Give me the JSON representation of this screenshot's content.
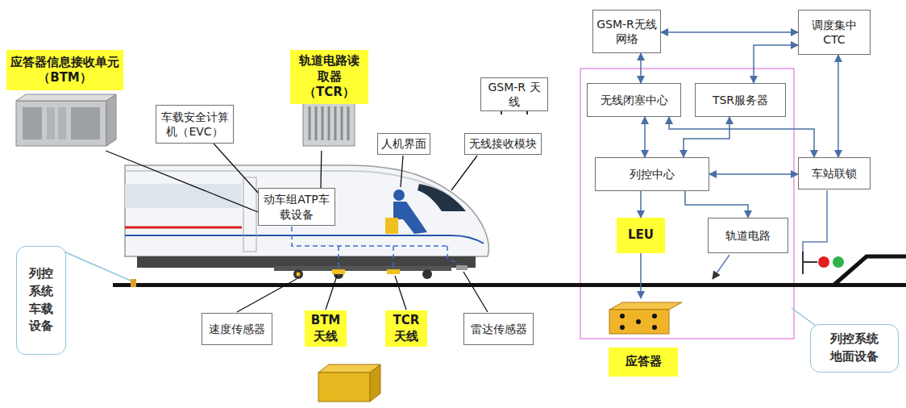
{
  "diagram": {
    "nodes": [
      {
        "text": [
          "应答器信息接收单元（BTM）"
        ]
      },
      {
        "text": [
          "轨道电路读取器（TCR）"
        ]
      },
      {
        "text": [
          "车载安全计算机（EVC）"
        ]
      },
      {
        "text": [
          "人机界面"
        ]
      },
      {
        "text": [
          "GSM-R 天线"
        ]
      },
      {
        "text": [
          "无线接收模块"
        ]
      },
      {
        "text": [
          "动车组ATP车载设备"
        ]
      },
      {
        "text": [
          "列控系统车载设备"
        ]
      },
      {
        "text": [
          "速度传感器"
        ]
      },
      {
        "text": [
          "BTM 天线"
        ]
      },
      {
        "text": [
          "TCR 天线"
        ]
      },
      {
        "text": [
          "雷达传感器"
        ]
      },
      {
        "text": [
          "GSM-R无线网络"
        ]
      },
      {
        "text": [
          "调度集中 CTC"
        ]
      },
      {
        "text": [
          "无线闭塞中心"
        ]
      },
      {
        "text": [
          "TSR服务器"
        ]
      },
      {
        "text": [
          "列控中心"
        ]
      },
      {
        "text": [
          "车站联锁"
        ]
      },
      {
        "text": [
          "LEU"
        ]
      },
      {
        "text": [
          "轨道电路"
        ]
      },
      {
        "text": [
          "应答器"
        ]
      },
      {
        "text": [
          "列控系统地面设备"
        ]
      }
    ],
    "edges": [
      {
        "from": 0,
        "to": 6,
        "arrow": "none"
      },
      {
        "from": 2,
        "to": 6,
        "arrow": "none"
      },
      {
        "from": 1,
        "to": 6,
        "arrow": "none"
      },
      {
        "from": 12,
        "to": 14,
        "arrow": "both"
      },
      {
        "from": 12,
        "to": 13,
        "arrow": "both"
      },
      {
        "from": 13,
        "to": 15,
        "arrow": "both"
      },
      {
        "from": 14,
        "to": 16,
        "arrow": "both"
      },
      {
        "from": 15,
        "to": 16,
        "arrow": "both"
      },
      {
        "from": 14,
        "to": 17,
        "arrow": "both"
      },
      {
        "from": 16,
        "to": 17,
        "arrow": "both"
      },
      {
        "from": 13,
        "to": 17,
        "arrow": "both"
      },
      {
        "from": 16,
        "to": 18,
        "arrow": "to"
      },
      {
        "from": 16,
        "to": 19,
        "arrow": "to"
      },
      {
        "from": 18,
        "to": 20,
        "arrow": "to"
      }
    ]
  }
}
